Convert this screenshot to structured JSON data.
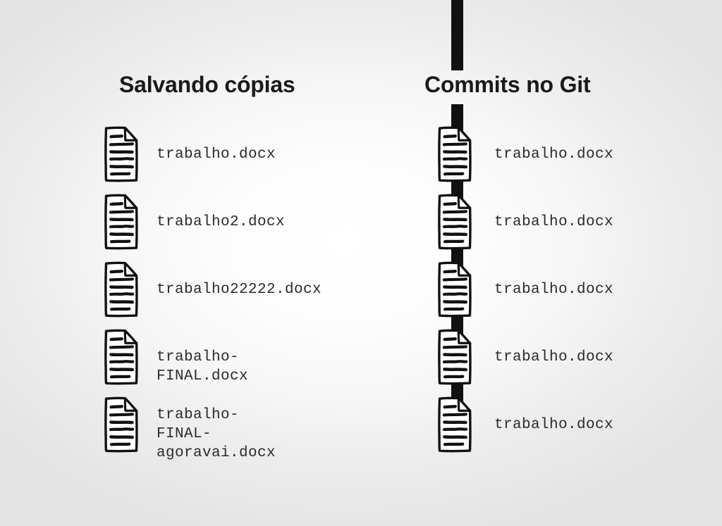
{
  "slide": {
    "background_color": "#e4e4e4",
    "center_color": "#ffffff",
    "ink_color": "#111111",
    "text_color": "#2b2b2b"
  },
  "git_line": {
    "name": "git-branch-line",
    "color": "#111111"
  },
  "columns": [
    {
      "id": "saving-copies",
      "heading": "Salvando cópias",
      "files": [
        {
          "icon": "document-icon",
          "label": "trabalho.docx"
        },
        {
          "icon": "document-icon",
          "label": "trabalho2.docx"
        },
        {
          "icon": "document-icon",
          "label": "trabalho22222.docx"
        },
        {
          "icon": "document-icon",
          "label": "trabalho-FINAL.docx"
        },
        {
          "icon": "document-icon",
          "label": "trabalho-FINAL-\nagoravai.docx"
        }
      ]
    },
    {
      "id": "git-commits",
      "heading": "Commits no Git",
      "files": [
        {
          "icon": "document-icon",
          "label": "trabalho.docx"
        },
        {
          "icon": "document-icon",
          "label": "trabalho.docx"
        },
        {
          "icon": "document-icon",
          "label": "trabalho.docx"
        },
        {
          "icon": "document-icon",
          "label": "trabalho.docx"
        },
        {
          "icon": "document-icon",
          "label": "trabalho.docx"
        }
      ]
    }
  ]
}
